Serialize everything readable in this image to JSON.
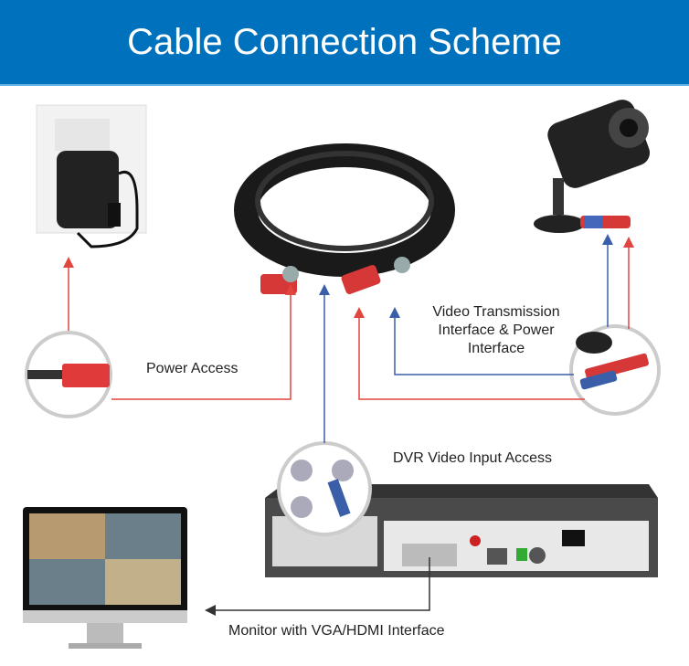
{
  "title": "Cable Connection Scheme",
  "labels": {
    "power_access": "Power Access",
    "video_line1": "Video Transmission",
    "video_line2": "Interface & Power",
    "video_line3": "Interface",
    "dvr_input": "DVR Video Input Access",
    "monitor": "Monitor with VGA/HDMI Interface"
  },
  "colors": {
    "header": "#0071bc",
    "power_line": "#e0453f",
    "video_line": "#3a5fa8",
    "monitor_line": "#333333"
  }
}
